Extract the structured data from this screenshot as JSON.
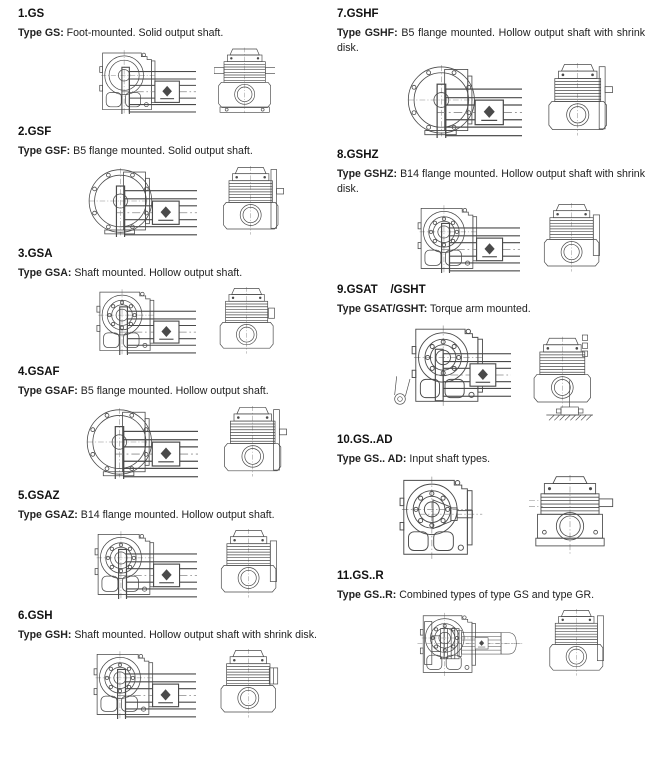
{
  "page": {
    "background": "#ffffff",
    "text_color": "#1a1a1a",
    "drawing_line_color": "#4a4a4a"
  },
  "sections": [
    {
      "heading": "1.GS",
      "type_label": "Type GS:",
      "description": "Foot-mounted. Solid output shaft.",
      "side_drawing": "gearmotor-foot-mounted-side-view",
      "end_drawing": "gearmotor-end-view-solid-shaft"
    },
    {
      "heading": "2.GSF",
      "type_label": "Type GSF:",
      "description": "B5 flange mounted. Solid output shaft.",
      "side_drawing": "gearmotor-b5-flange-side-view",
      "end_drawing": "gearmotor-end-view-b5-flange"
    },
    {
      "heading": "3.GSA",
      "type_label": "Type GSA:",
      "description": "Shaft mounted. Hollow output shaft.",
      "side_drawing": "gearmotor-shaft-mounted-side-view",
      "end_drawing": "gearmotor-end-view-hollow-shaft"
    },
    {
      "heading": "4.GSAF",
      "type_label": "Type GSAF:",
      "description": "B5 flange mounted. Hollow output shaft.",
      "side_drawing": "gearmotor-b5-flange-side-view",
      "end_drawing": "gearmotor-end-view-b5-flange"
    },
    {
      "heading": "5.GSAZ",
      "type_label": "Type GSAZ:",
      "description": "B14 flange mounted. Hollow output shaft.",
      "side_drawing": "gearmotor-b14-flange-side-view",
      "end_drawing": "gearmotor-end-view-b14-flange"
    },
    {
      "heading": "6.GSH",
      "type_label": "Type GSH:",
      "description": "Shaft mounted. Hollow output shaft with shrink disk.",
      "side_drawing": "gearmotor-shaft-mounted-side-view",
      "end_drawing": "gearmotor-end-view-shrink-disk"
    },
    {
      "heading": "7.GSHF",
      "type_label": "Type GSHF:",
      "description": "B5 flange mounted. Hollow output shaft with shrink disk.",
      "side_drawing": "gearmotor-b5-flange-side-view",
      "end_drawing": "gearmotor-end-view-b5-flange"
    },
    {
      "heading": "8.GSHZ",
      "type_label": "Type GSHZ:",
      "description": "B14 flange mounted. Hollow output shaft with shrink disk.",
      "side_drawing": "gearmotor-b14-flange-side-view",
      "end_drawing": "gearmotor-end-view-b14-flange"
    },
    {
      "heading": "9.GSAT    /GSHT",
      "type_label": "Type GSAT/GSHT:",
      "description": "Torque arm mounted.",
      "side_drawing": "gearmotor-torque-arm-side-view",
      "end_drawing": "gearmotor-end-view-torque-arm-ground"
    },
    {
      "heading": "10.GS..AD",
      "type_label": "Type GS.. AD:",
      "description": "Input shaft types.",
      "side_drawing": "gearbox-input-shaft-side-view",
      "end_drawing": "gearbox-front-view-input-shaft"
    },
    {
      "heading": "11.GS..R",
      "type_label": "Type GS..R:",
      "description": "Combined types of type GS and type GR.",
      "side_drawing": "combined-gearbox-with-motor-side-view",
      "end_drawing": "gearbox-end-view-combined"
    }
  ]
}
